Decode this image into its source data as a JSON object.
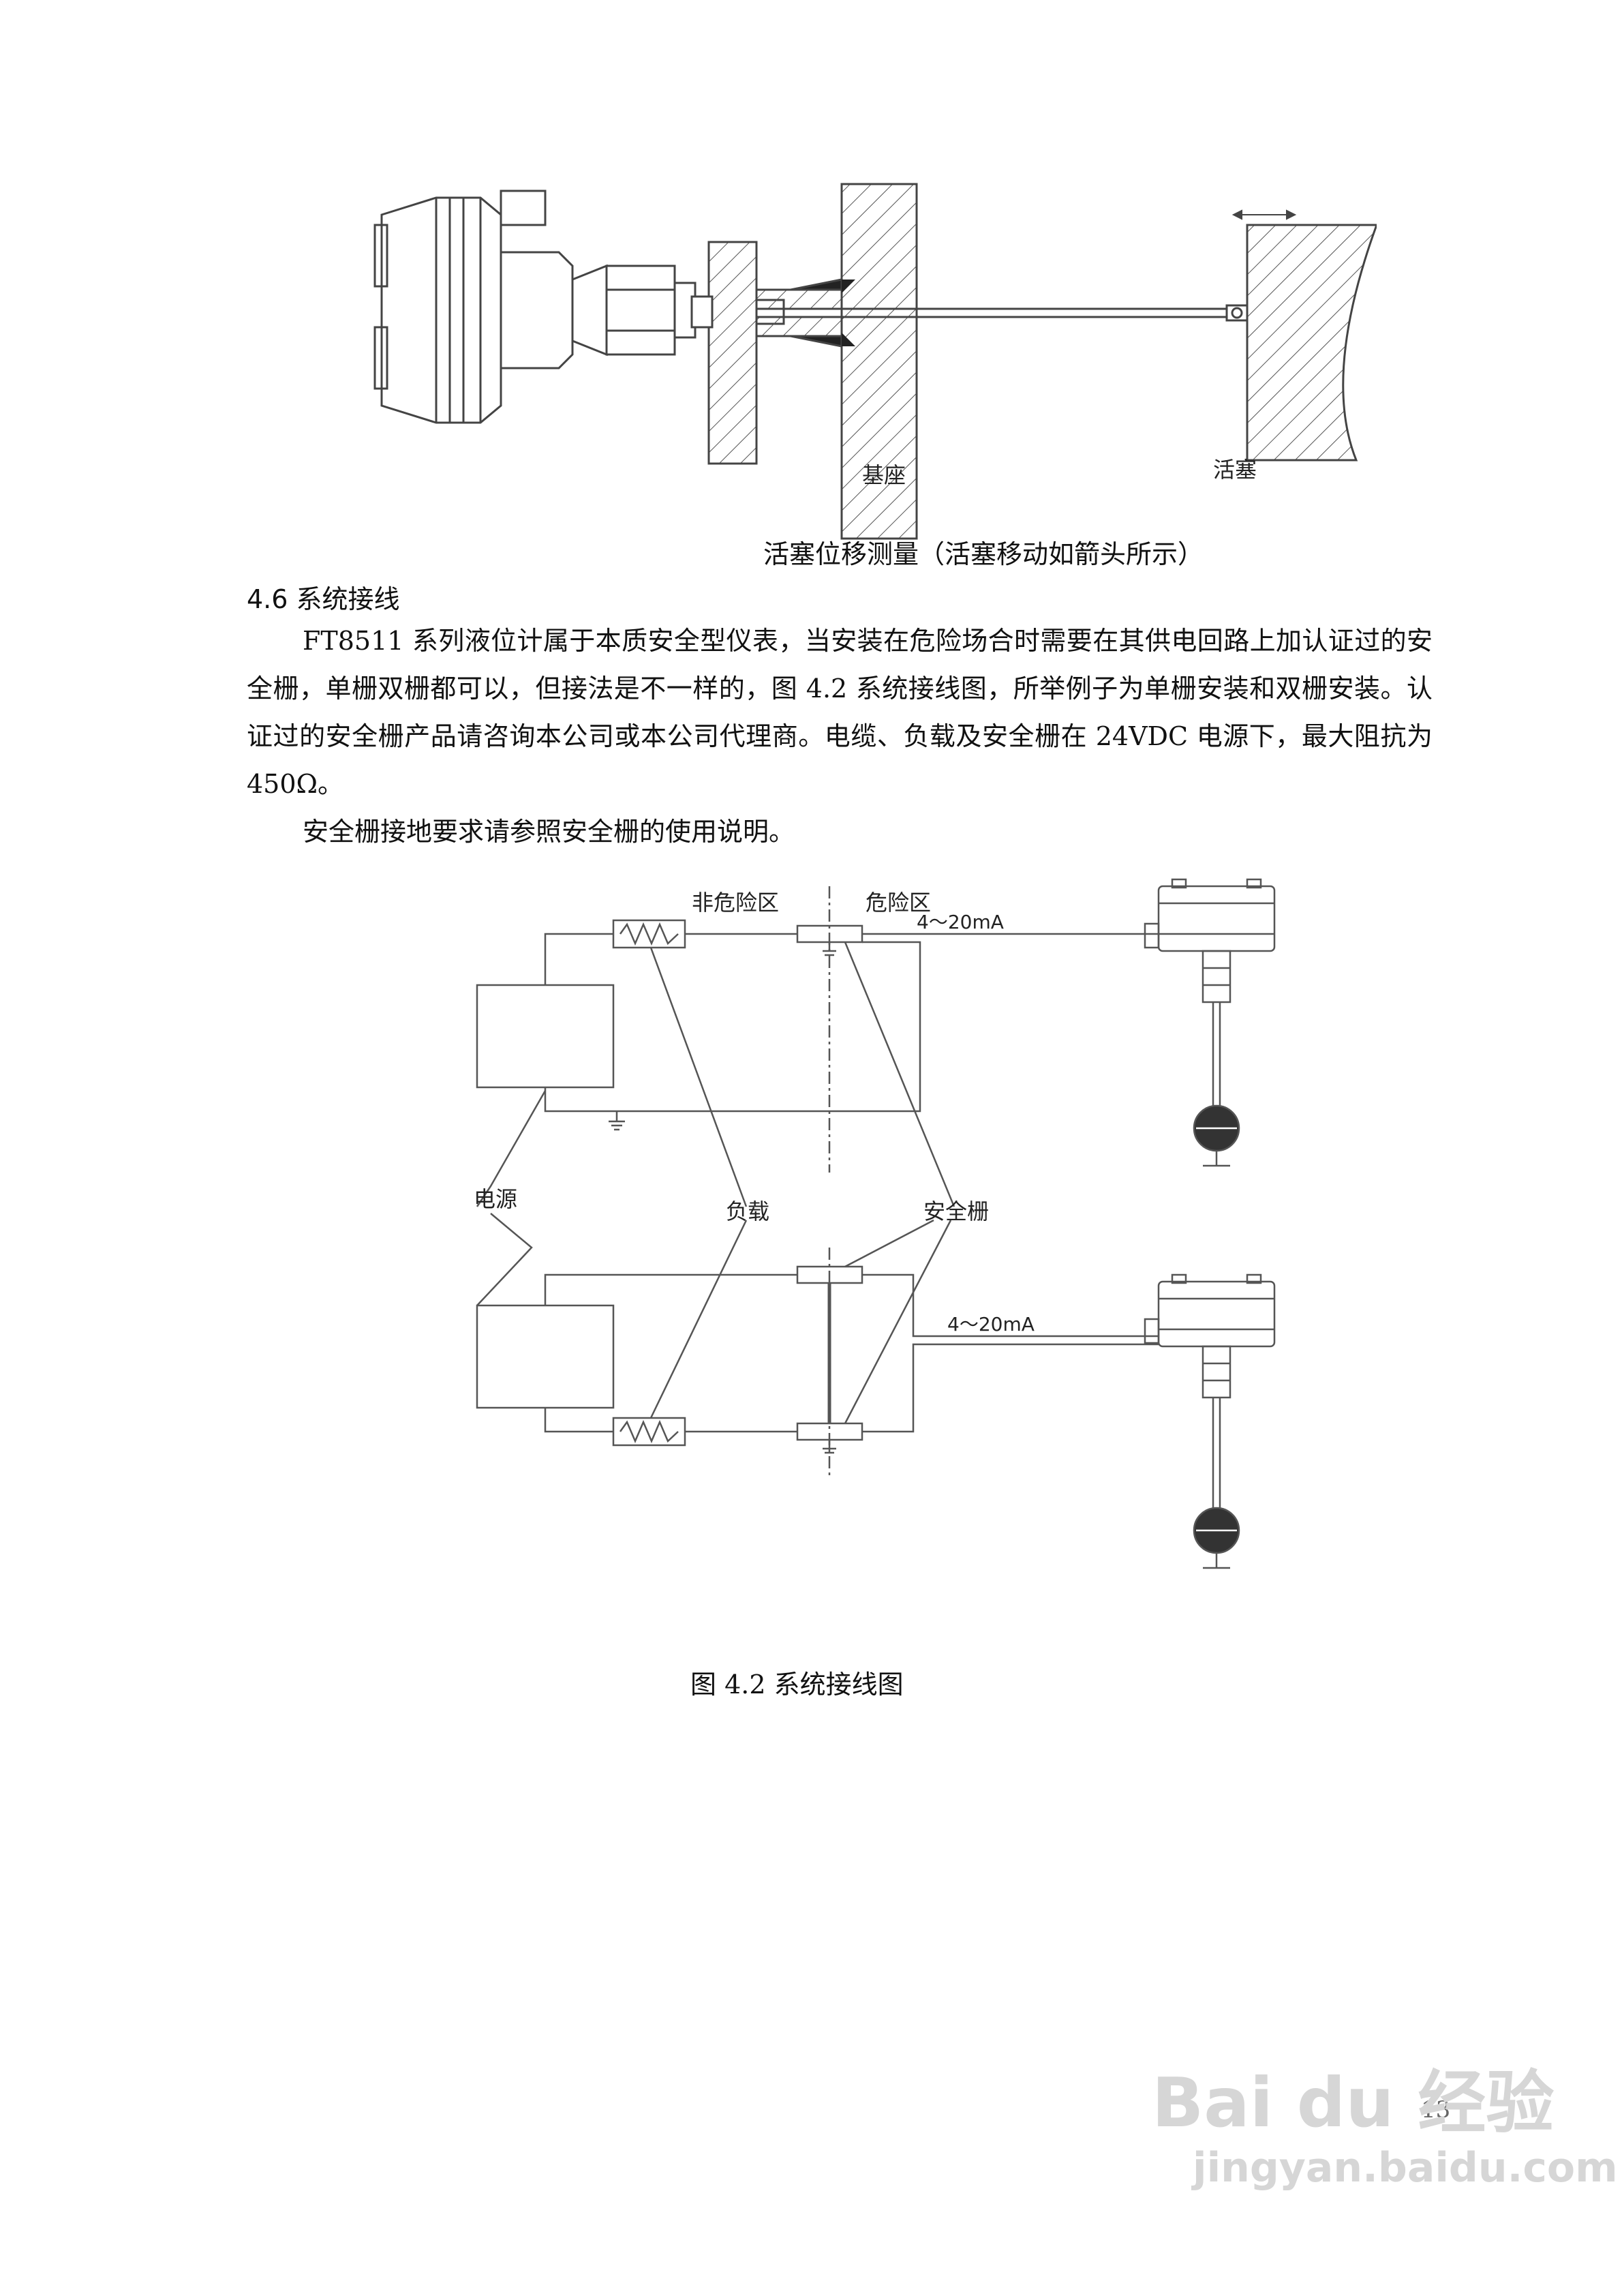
{
  "figure1": {
    "label_base": "基座",
    "label_piston": "活塞",
    "caption": "活塞位移测量（活塞移动如箭头所示）"
  },
  "section": {
    "heading": "4.6 系统接线",
    "paragraph1": "FT8511 系列液位计属于本质安全型仪表，当安装在危险场合时需要在其供电回路上加认证过的安全栅，单栅双栅都可以，但接法是不一样的，图 4.2 系统接线图，所举例子为单栅安装和双栅安装。认证过的安全栅产品请咨询本公司或本公司代理商。电缆、负载及安全栅在 24VDC 电源下，最大阻抗为 450Ω。",
    "paragraph2": "安全栅接地要求请参照安全栅的使用说明。"
  },
  "figure2": {
    "label_nonhazard": "非危险区",
    "label_hazard": "危险区",
    "label_current_top": "4～20mA",
    "label_current_bottom": "4～20mA",
    "label_power": "电源",
    "label_load": "负载",
    "label_barrier": "安全栅",
    "caption": "图 4.2 系统接线图"
  },
  "page_number": "13",
  "watermark": {
    "brand": "Bai du 经验",
    "url": "jingyan.baidu.com"
  }
}
